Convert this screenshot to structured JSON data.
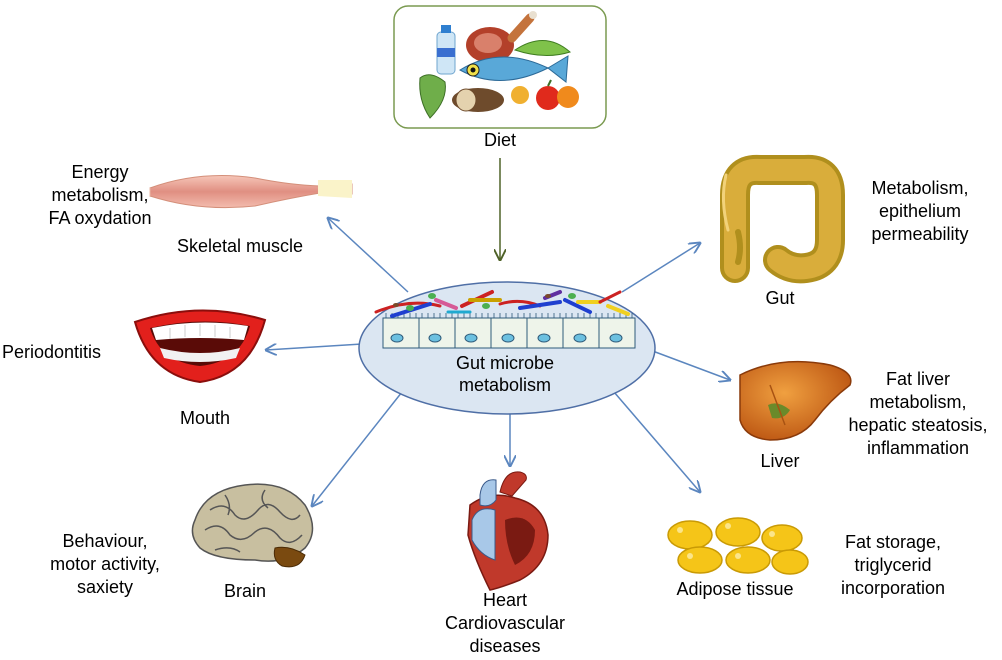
{
  "center": {
    "line1": "Gut microbe",
    "line2": "metabolism"
  },
  "nodes": {
    "diet": {
      "name": "Diet"
    },
    "skeletal_muscle": {
      "name": "Skeletal muscle",
      "desc": [
        "Energy",
        "metabolism,",
        "FA oxydation"
      ]
    },
    "gut": {
      "name": "Gut",
      "desc": [
        "Metabolism,",
        "epithelium",
        "permeability"
      ]
    },
    "mouth": {
      "name": "Mouth",
      "desc": [
        "Periodontitis"
      ]
    },
    "liver": {
      "name": "Liver",
      "desc": [
        "Fat liver",
        "metabolism,",
        "hepatic steatosis,",
        "inflammation"
      ]
    },
    "brain": {
      "name": "Brain",
      "desc": [
        "Behaviour,",
        "motor activity,",
        "saxiety"
      ]
    },
    "heart": {
      "name": "Heart",
      "desc": [
        "Cardiovascular",
        "diseases"
      ]
    },
    "adipose": {
      "name": "Adipose tissue",
      "desc": [
        "Fat storage,",
        "triglycerid",
        "incorporation"
      ]
    }
  },
  "colors": {
    "arrow": "#5b86bf",
    "diet_arrow": "#4f6228",
    "ellipse_fill": "#dbe6f2",
    "ellipse_stroke": "#4f6fa6"
  }
}
